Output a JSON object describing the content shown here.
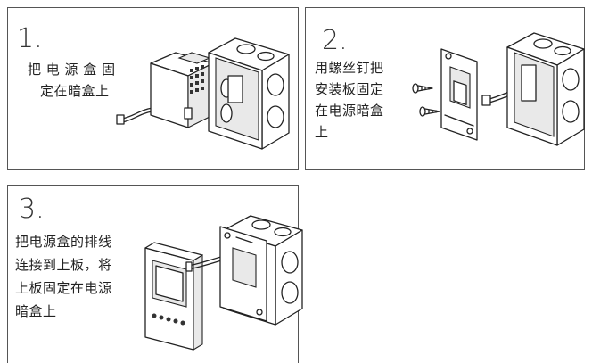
{
  "steps": [
    {
      "number": "1.",
      "lines": [
        "把 电 源 盒 固",
        "定在暗盒上"
      ]
    },
    {
      "number": "2.",
      "lines": [
        "用螺丝钉把",
        "安装板固定",
        "在电源暗盒",
        "上"
      ]
    },
    {
      "number": "3.",
      "lines": [
        "把电源盒的排线",
        "连接到上板，将",
        "上板固定在电源",
        "暗盒上"
      ]
    }
  ]
}
